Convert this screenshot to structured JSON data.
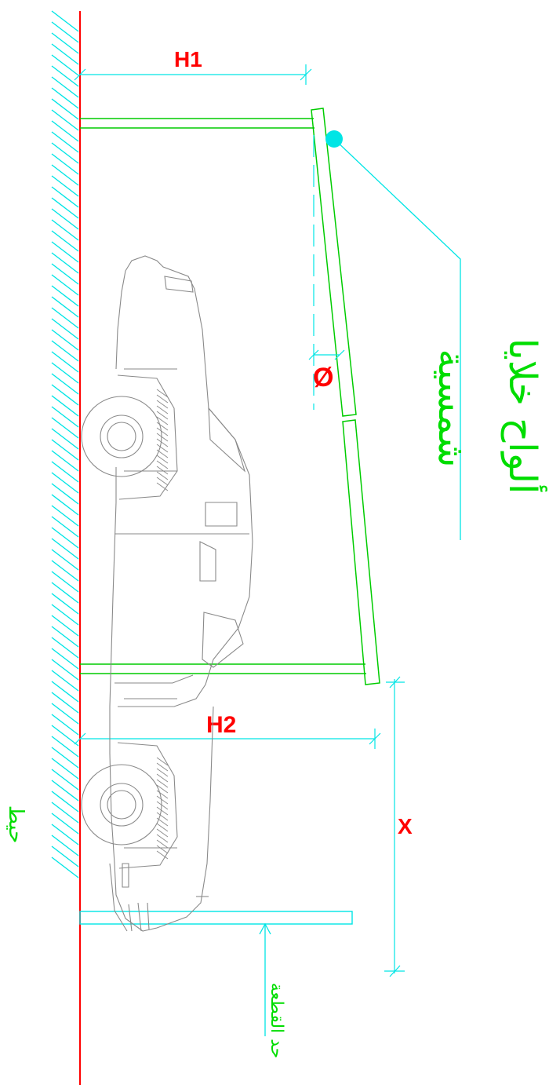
{
  "labels": {
    "h1": "H1",
    "h2": "H2",
    "diameter": "Ø",
    "x": "X",
    "title_line1": "ألواح خلايا",
    "title_line2": "شمسية",
    "wall_label": "حيط",
    "limit_label": "حد القطعة"
  },
  "colors": {
    "wall": "#ff0000",
    "hatch": "#00e5e5",
    "structure": "#00cc00",
    "dimension": "#00e5e5",
    "label_red": "#ff0000",
    "label_green": "#00dd00",
    "car": "#8a8a8a",
    "node": "#00e5e5"
  },
  "icons": {
    "car": "car-side-view-icon",
    "node": "pivot-node-icon"
  }
}
